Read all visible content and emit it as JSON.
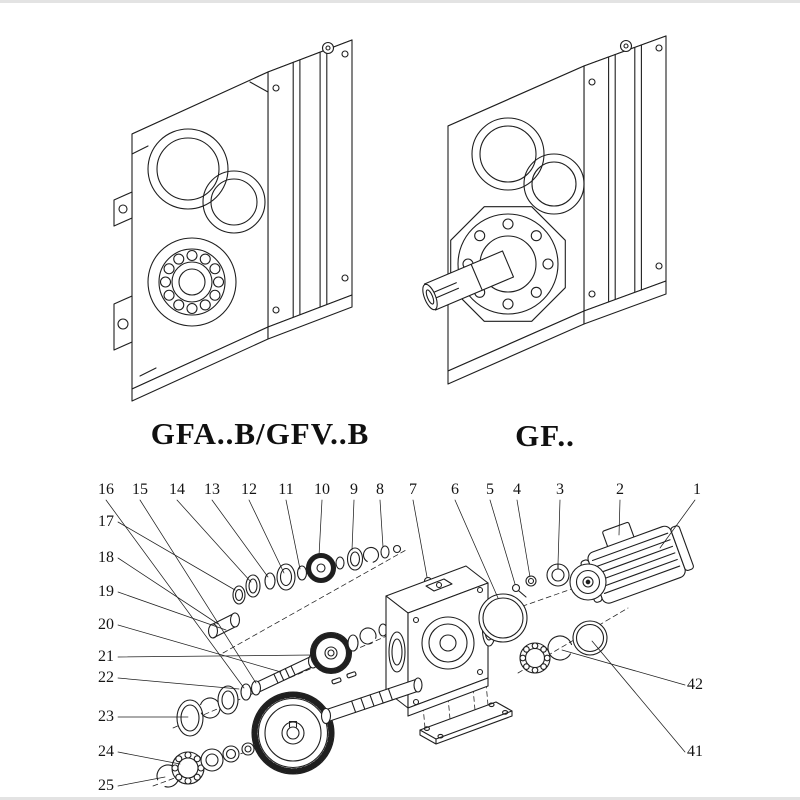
{
  "page": {
    "models": {
      "left": "GFA..B/GFV..B",
      "right": "GF.."
    }
  },
  "exploded": {
    "callouts_top": [
      "16",
      "15",
      "14",
      "13",
      "12",
      "11",
      "10",
      "9",
      "8",
      "7",
      "6",
      "5",
      "4",
      "3",
      "2",
      "1"
    ],
    "callouts_left": [
      "17",
      "18",
      "19",
      "20",
      "21",
      "22",
      "23",
      "24",
      "25"
    ],
    "callouts_right": [
      "42",
      "41"
    ]
  },
  "colors": {
    "ink": "#1f1f1f",
    "paper": "#ffffff",
    "page_edge": "#e3e3e3"
  }
}
